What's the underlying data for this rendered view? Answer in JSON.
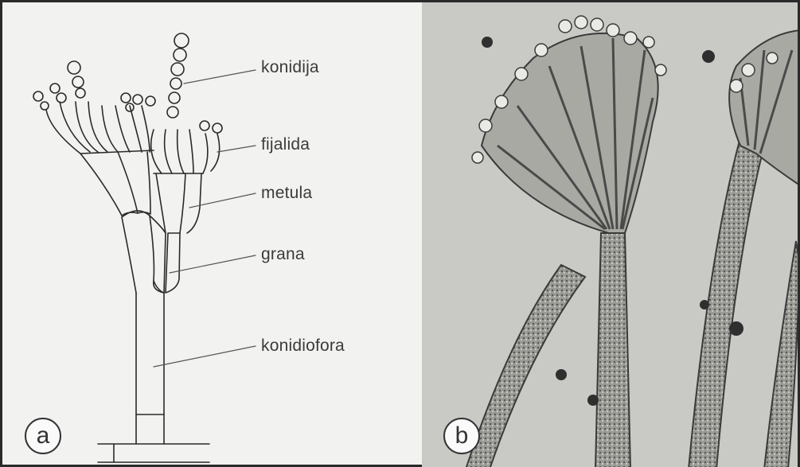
{
  "labels": {
    "conidia": "konidija",
    "phialide": "fijalida",
    "metula": "metula",
    "branch": "grana",
    "conidiophore": "konidiofora"
  },
  "panels": {
    "a": "a",
    "b": "b"
  },
  "colors": {
    "drawing_bg": "#f2f2f0",
    "photo_bg": "#c9c9c6",
    "line": "#2a2a2a"
  }
}
